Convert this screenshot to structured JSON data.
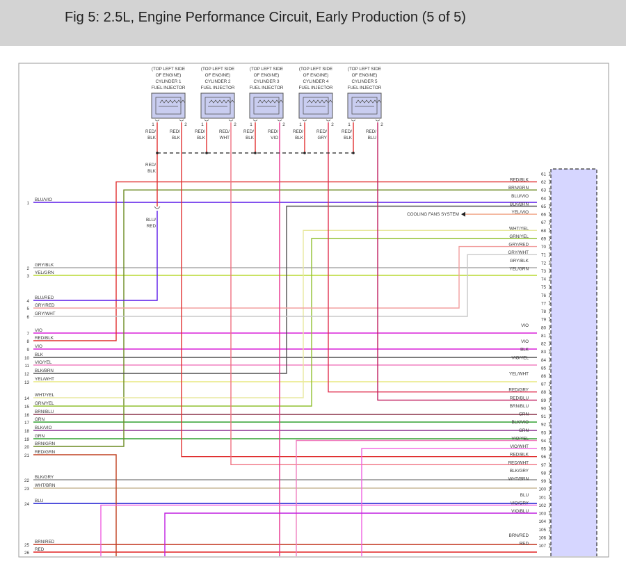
{
  "title": "Fig 5: 2.5L, Engine Performance Circuit, Early Production (5 of 5)",
  "colors": {
    "connector_fill": "#d6d6ff",
    "injector_fill": "#c9cdf0"
  },
  "injectors": [
    {
      "name": "CYLINDER 1",
      "label": [
        "(TOP LEFT SIDE",
        "OF ENGINE)",
        "CYLINDER 1",
        "FUEL INJECTOR"
      ],
      "pin1_wire": "RED/BLK",
      "pin2_wire": "RED/BLK"
    },
    {
      "name": "CYLINDER 2",
      "label": [
        "(TOP LEFT SIDE",
        "OF ENGINE)",
        "CYLINDER 2",
        "FUEL INJECTOR"
      ],
      "pin1_wire": "RED/BLK",
      "pin2_wire": "RED/WHT"
    },
    {
      "name": "CYLINDER 3",
      "label": [
        "(TOP LEFT SIDE",
        "OF ENGINE)",
        "CYLINDER 3",
        "FUEL INJECTOR"
      ],
      "pin1_wire": "RED/BLK",
      "pin2_wire": "RED/VIO"
    },
    {
      "name": "CYLINDER 4",
      "label": [
        "(TOP LEFT SIDE",
        "OF ENGINE)",
        "CYLINDER 4",
        "FUEL INJECTOR"
      ],
      "pin1_wire": "RED/BLK",
      "pin2_wire": "RED/GRY"
    },
    {
      "name": "CYLINDER 5",
      "label": [
        "(TOP LEFT SIDE",
        "OF ENGINE)",
        "CYLINDER 5",
        "FUEL INJECTOR"
      ],
      "pin1_wire": "RED/BLK",
      "pin2_wire": "RED/BLU"
    }
  ],
  "splice_labels": {
    "upper": [
      "RED/",
      "BLK"
    ],
    "lower": [
      "BLU/",
      "RED"
    ]
  },
  "cooling_fans_label": "COOLING FANS SYSTEM",
  "left_wires": [
    {
      "pin": "1",
      "label": "BLU/VIO",
      "color": "#5a18e8"
    },
    {
      "pin": "2",
      "label": "GRY/BLK",
      "color": "#aaaaaa"
    },
    {
      "pin": "3",
      "label": "YEL/GRN",
      "color": "#b8d830"
    },
    {
      "pin": "4",
      "label": "BLU/RED",
      "color": "#5a18e8"
    },
    {
      "pin": "5",
      "label": "GRY/RED",
      "color": "#f2a0a0"
    },
    {
      "pin": "6",
      "label": "GRY/WHT",
      "color": "#c8c8c8"
    },
    {
      "pin": "7",
      "label": "VIO",
      "color": "#d820d8"
    },
    {
      "pin": "8",
      "label": "RED/BLK",
      "color": "#e03030"
    },
    {
      "pin": "9",
      "label": "VIO",
      "color": "#d820d8"
    },
    {
      "pin": "10",
      "label": "BLK",
      "color": "#505050"
    },
    {
      "pin": "11",
      "label": "VIO/YEL",
      "color": "#f080c0"
    },
    {
      "pin": "12",
      "label": "BLK/BRN",
      "color": "#505050"
    },
    {
      "pin": "13",
      "label": "YEL/WHT",
      "color": "#e8e880"
    },
    {
      "pin": "14",
      "label": "WHT/YEL",
      "color": "#e8e8a0"
    },
    {
      "pin": "15",
      "label": "GRN/YEL",
      "color": "#90c030"
    },
    {
      "pin": "16",
      "label": "BRN/BLU",
      "color": "#8a3048"
    },
    {
      "pin": "17",
      "label": "GRN",
      "color": "#30a030"
    },
    {
      "pin": "18",
      "label": "BLK/VIO",
      "color": "#8a3090"
    },
    {
      "pin": "19",
      "label": "GRN",
      "color": "#30a030"
    },
    {
      "pin": "20",
      "label": "BRN/GRN",
      "color": "#6a8a20"
    },
    {
      "pin": "21",
      "label": "RED/GRN",
      "color": "#c04020"
    },
    {
      "pin": "22",
      "label": "BLK/GRY",
      "color": "#909090"
    },
    {
      "pin": "23",
      "label": "WHT/BRN",
      "color": "#c8b898"
    },
    {
      "pin": "24",
      "label": "BLU",
      "color": "#1818d0"
    },
    {
      "pin": "25",
      "label": "BRN/RED",
      "color": "#c03018"
    },
    {
      "pin": "26",
      "label": "RED",
      "color": "#e02020"
    }
  ],
  "connector_pins": [
    {
      "pin": "61",
      "label": ""
    },
    {
      "pin": "62",
      "label": "RED/BLK"
    },
    {
      "pin": "63",
      "label": "BRN/GRN"
    },
    {
      "pin": "64",
      "label": "BLU/VIO"
    },
    {
      "pin": "65",
      "label": "BLK/BRN"
    },
    {
      "pin": "66",
      "label": "YEL/VIO"
    },
    {
      "pin": "67",
      "label": ""
    },
    {
      "pin": "68",
      "label": "WHT/YEL"
    },
    {
      "pin": "69",
      "label": "GRN/YEL"
    },
    {
      "pin": "70",
      "label": "GRY/RED"
    },
    {
      "pin": "71",
      "label": "GRY/WHT"
    },
    {
      "pin": "72",
      "label": "GRY/BLK"
    },
    {
      "pin": "73",
      "label": "YEL/GRN"
    },
    {
      "pin": "74",
      "label": ""
    },
    {
      "pin": "75",
      "label": ""
    },
    {
      "pin": "76",
      "label": ""
    },
    {
      "pin": "77",
      "label": ""
    },
    {
      "pin": "78",
      "label": ""
    },
    {
      "pin": "79",
      "label": ""
    },
    {
      "pin": "80",
      "label": "VIO"
    },
    {
      "pin": "81",
      "label": ""
    },
    {
      "pin": "82",
      "label": "VIO"
    },
    {
      "pin": "83",
      "label": "BLK"
    },
    {
      "pin": "84",
      "label": "VIO/YEL"
    },
    {
      "pin": "85",
      "label": ""
    },
    {
      "pin": "86",
      "label": "YEL/WHT"
    },
    {
      "pin": "87",
      "label": ""
    },
    {
      "pin": "88",
      "label": "RED/GRY"
    },
    {
      "pin": "89",
      "label": "RED/BLU"
    },
    {
      "pin": "90",
      "label": "BRN/BLU"
    },
    {
      "pin": "91",
      "label": "GRN"
    },
    {
      "pin": "92",
      "label": "BLK/VIO"
    },
    {
      "pin": "93",
      "label": "GRN"
    },
    {
      "pin": "94",
      "label": "VIO/YEL"
    },
    {
      "pin": "95",
      "label": "VIO/WHT"
    },
    {
      "pin": "96",
      "label": "RED/BLK"
    },
    {
      "pin": "97",
      "label": "RED/WHT"
    },
    {
      "pin": "98",
      "label": "BLK/GRY"
    },
    {
      "pin": "99",
      "label": "WHT/BRN"
    },
    {
      "pin": "100",
      "label": ""
    },
    {
      "pin": "101",
      "label": "BLU"
    },
    {
      "pin": "102",
      "label": "VIO/GRY"
    },
    {
      "pin": "103",
      "label": "VIO/BLU"
    },
    {
      "pin": "104",
      "label": ""
    },
    {
      "pin": "105",
      "label": ""
    },
    {
      "pin": "106",
      "label": "BRN/RED"
    },
    {
      "pin": "107",
      "label": "RED"
    }
  ]
}
